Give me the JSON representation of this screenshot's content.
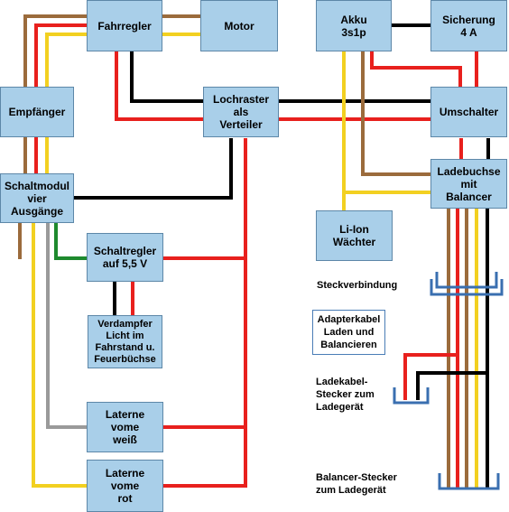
{
  "colors": {
    "box_fill": "#a9cfe9",
    "box_border": "#5d87a8",
    "wire_red": "#e8201d",
    "wire_black": "#000000",
    "wire_brown": "#9b6b3c",
    "wire_yellow": "#f2d021",
    "wire_green": "#1e8a2e",
    "wire_grey": "#9a9a9a",
    "connector_blue": "#3a6fb0"
  },
  "boxes": {
    "fahrregler": "Fahrregler",
    "motor": "Motor",
    "akku": "Akku\n3s1p",
    "sicherung": "Sicherung\n4 A",
    "empfaenger": "Empfänger",
    "lochraster": "Lochraster\nals\nVerteiler",
    "umschalter": "Umschalter",
    "ladebuchse": "Ladebuchse\nmit\nBalancer",
    "schaltmodul": "Schaltmodul\nvier\nAusgänge",
    "liion": "Li-Ion\nWächter",
    "schaltregler": "Schaltregler\nauf 5,5 V",
    "verdampfer": "Verdampfer\nLicht im\nFahrstand u.\nFeuerbüchse",
    "laterne_weiss": "Laterne\nvome\nweiß",
    "laterne_rot": "Laterne\nvome\nrot",
    "adapterkabel": "Adapterkabel\nLaden und\nBalancieren"
  },
  "labels": {
    "steckverbindung": "Steckverbindung",
    "ladekabel": "Ladekabel-\nStecker zum\nLadegerät",
    "balancer_stecker": "Balancer-Stecker\nzum Ladegerät"
  }
}
